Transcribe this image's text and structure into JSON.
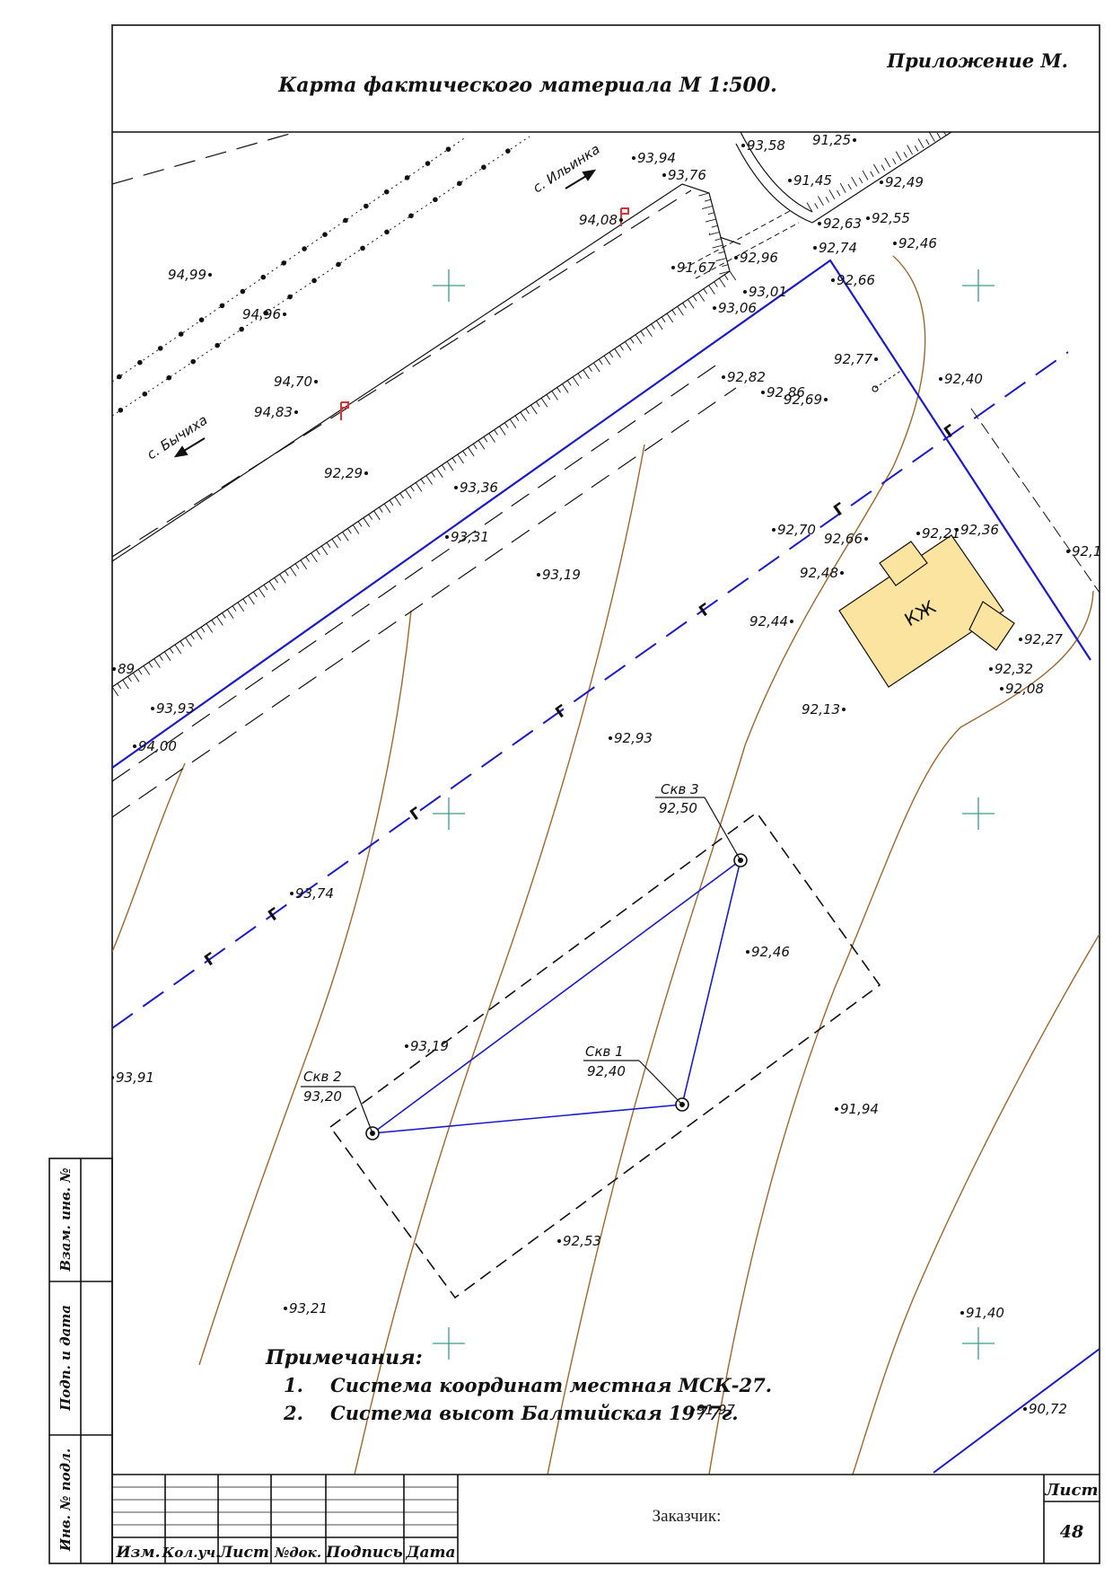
{
  "header": {
    "appendix": "Приложение М.",
    "title": "Карта фактического материала М 1:500."
  },
  "road_labels": {
    "to_ilyinka": "с. Ильинка",
    "to_bychikha": "с. Бычиха"
  },
  "gas_marker": "Г",
  "building_label": "КЖ",
  "boreholes": [
    {
      "name": "Скв 1",
      "elevation": "92,40"
    },
    {
      "name": "Скв 2",
      "elevation": "93,20"
    },
    {
      "name": "Скв 3",
      "elevation": "92,50"
    }
  ],
  "elevations": [
    "93,58",
    "91,25",
    "93,94",
    "93,76",
    "91,45",
    "92,49",
    "94,08",
    "92,63",
    "92,55",
    "92,74",
    "92,46",
    "91,67",
    "92,96",
    "92,66",
    "93,01",
    "93,06",
    "94,99",
    "94,96",
    "92,77",
    "92,40",
    "94,70",
    "92,82",
    "92,86",
    "92,69",
    "94,83",
    "92,29",
    "93,36",
    "93,31",
    "93,19",
    "92,70",
    "92,66",
    "92,21",
    "92,36",
    "92,1",
    "92,48",
    "92,44",
    "92,27",
    "92,32",
    "92,08",
    "92,13",
    "93,93",
    "94,00",
    "92,93",
    "93,74",
    "92,46",
    "93,19",
    "91,94",
    "93,91",
    "92,53",
    "93,21",
    "91,40",
    "91,97",
    "90,72",
    "89"
  ],
  "notes": {
    "heading": "Примечания:",
    "items": [
      {
        "num": "1.",
        "text": "Система координат местная  МСК-27."
      },
      {
        "num": "2.",
        "text": "Система высот Балтийская 1977г."
      }
    ]
  },
  "side_stamp": {
    "row1": "Взам. инв. №",
    "row2": "Подп. и дата",
    "row3": "Инв. № подл."
  },
  "title_block": {
    "cols": [
      "Изм.",
      "Кол.уч.",
      "Лист",
      "№док.",
      "Подпись",
      "Дата"
    ],
    "customer_label": "Заказчик:",
    "sheet_label": "Лист",
    "sheet_number": "48"
  },
  "colors": {
    "frame": "#111111",
    "boundary": "#1a1acc",
    "gas_line": "#1a1acc",
    "contour": "#a0662a",
    "building_fill": "#fbe3a0",
    "marker_red": "#e03030",
    "grid_cross": "#3a9a8a"
  }
}
